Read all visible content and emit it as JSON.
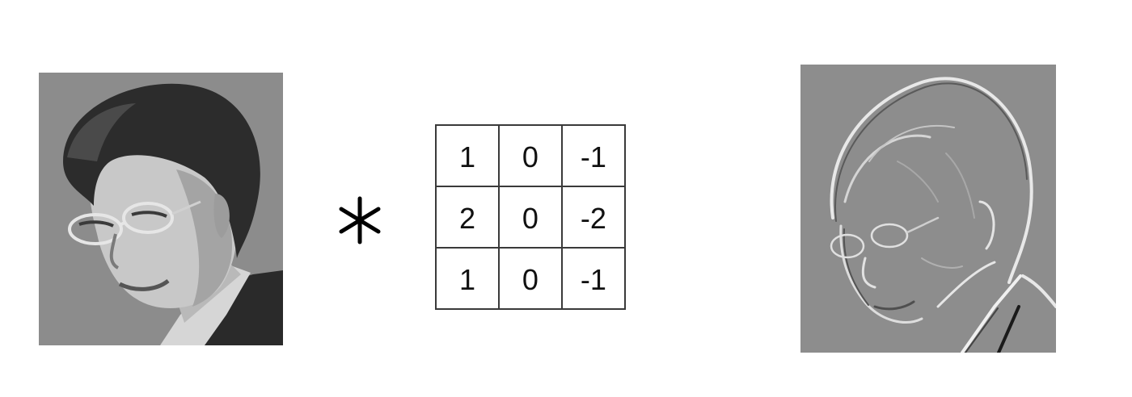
{
  "diagram": {
    "operator_symbol": "*",
    "kernel": {
      "rows": [
        [
          "1",
          "0",
          "-1"
        ],
        [
          "2",
          "0",
          "-2"
        ],
        [
          "1",
          "0",
          "-1"
        ]
      ]
    },
    "colors": {
      "photo_background": "#8c8c8c",
      "edge_background": "#8d8d8d",
      "grid_line": "#3a3a3a"
    }
  }
}
